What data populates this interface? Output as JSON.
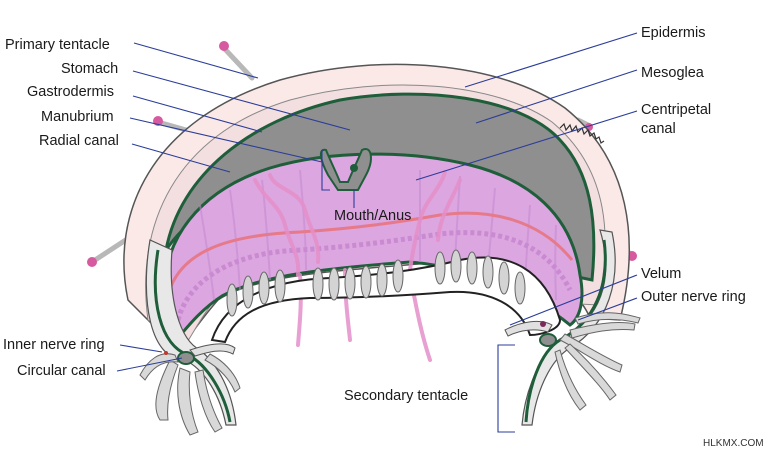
{
  "diagram": {
    "labels": {
      "primary_tentacle": "Primary tentacle",
      "stomach": "Stomach",
      "gastrodermis": "Gastrodermis",
      "manubrium": "Manubrium",
      "radial_canal": "Radial canal",
      "epidermis": "Epidermis",
      "mesoglea": "Mesoglea",
      "centripetal_canal_line1": "Centripetal",
      "centripetal_canal_line2": "canal",
      "mouth_anus": "Mouth/Anus",
      "velum": "Velum",
      "outer_nerve_ring": "Outer nerve ring",
      "inner_nerve_ring": "Inner nerve ring",
      "circular_canal": "Circular canal",
      "secondary_tentacle": "Secondary tentacle"
    },
    "watermark": "HLKMX.COM",
    "colors": {
      "epidermis_fill": "#fbe9e8",
      "outline": "#555555",
      "mesoglea_fill": "#8f8f8f",
      "gastrodermis_line": "#1f5e3a",
      "stomach_pink": "#dca6e0",
      "stomach_pink_dark": "#c98ad1",
      "circular_red": "#e67a8a",
      "tentacle_gray": "#d4d4d4",
      "tentacle_tip": "#d65aa0",
      "leader_blue": "#2b3d9a"
    }
  }
}
